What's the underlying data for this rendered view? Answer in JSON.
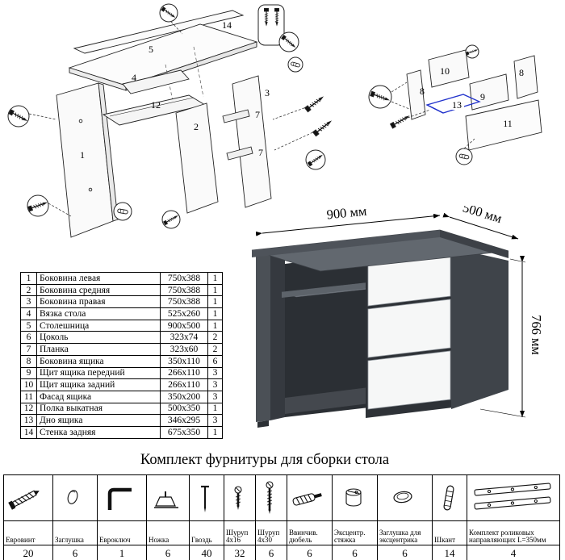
{
  "colors": {
    "line": "#1a1a1a",
    "accent_blue": "#2233cc",
    "desk_top": "#62686f",
    "desk_front": "#4e535a",
    "desk_side": "#3f444a",
    "drawer_front": "#f6f7f7"
  },
  "diagram_main": {
    "p1": "1",
    "p2": "2",
    "p3": "3",
    "p4": "4",
    "p5": "5",
    "p7": "7",
    "p12": "12",
    "p14": "14"
  },
  "diagram_drawer": {
    "p8": "8",
    "p9": "9",
    "p10": "10",
    "p11": "11",
    "p13": "13"
  },
  "desk_dimensions": {
    "width": "900 мм",
    "depth": "500 мм",
    "height": "766 мм"
  },
  "parts_table": {
    "rows": [
      {
        "n": "1",
        "name": "Боковина левая",
        "size": "750x388",
        "qty": "1"
      },
      {
        "n": "2",
        "name": "Боковина средняя",
        "size": "750x388",
        "qty": "1"
      },
      {
        "n": "3",
        "name": "Боковина правая",
        "size": "750x388",
        "qty": "1"
      },
      {
        "n": "4",
        "name": "Вязка стола",
        "size": "525x260",
        "qty": "1"
      },
      {
        "n": "5",
        "name": "Столешница",
        "size": "900x500",
        "qty": "1"
      },
      {
        "n": "6",
        "name": "Цоколь",
        "size": "323x74",
        "qty": "2"
      },
      {
        "n": "7",
        "name": "Планка",
        "size": "323x60",
        "qty": "2"
      },
      {
        "n": "8",
        "name": "Боковина ящика",
        "size": "350x110",
        "qty": "6"
      },
      {
        "n": "9",
        "name": "Щит ящика передний",
        "size": "266x110",
        "qty": "3"
      },
      {
        "n": "10",
        "name": "Щит ящика задний",
        "size": "266x110",
        "qty": "3"
      },
      {
        "n": "11",
        "name": "Фасад ящика",
        "size": "350x200",
        "qty": "3"
      },
      {
        "n": "12",
        "name": "Полка выкатная",
        "size": "500x350",
        "qty": "1"
      },
      {
        "n": "13",
        "name": "Дно ящика",
        "size": "346x295",
        "qty": "3"
      },
      {
        "n": "14",
        "name": "Стенка задняя",
        "size": "675x350",
        "qty": "1"
      }
    ]
  },
  "hardware": {
    "title": "Комплект фурнитуры для сборки стола",
    "items": [
      {
        "name": "Евровинт",
        "qty": "20",
        "icon": "euroscrew-icon"
      },
      {
        "name": "Заглушка",
        "qty": "6",
        "icon": "plug-icon"
      },
      {
        "name": "Евроключ",
        "qty": "1",
        "icon": "hex-key-icon"
      },
      {
        "name": "Ножка",
        "qty": "6",
        "icon": "leg-icon"
      },
      {
        "name": "Гвоздь",
        "qty": "40",
        "icon": "nail-icon"
      },
      {
        "name": "Шуруп 4х16",
        "qty": "32",
        "icon": "screw-4x16-icon"
      },
      {
        "name": "Шуруп 4х30",
        "qty": "6",
        "icon": "screw-4x30-icon"
      },
      {
        "name": "Ввинчив. дюбель",
        "qty": "6",
        "icon": "screw-dowel-icon"
      },
      {
        "name": "Эксцентр. стяжка",
        "qty": "6",
        "icon": "cam-lock-icon"
      },
      {
        "name": "Заглушка для эксцентрика",
        "qty": "6",
        "icon": "cam-cap-icon"
      },
      {
        "name": "Шкант",
        "qty": "14",
        "icon": "dowel-icon"
      },
      {
        "name": "Комплект роликовых направляющих L=350мм",
        "qty": "4",
        "icon": "roller-guides-icon"
      }
    ]
  }
}
